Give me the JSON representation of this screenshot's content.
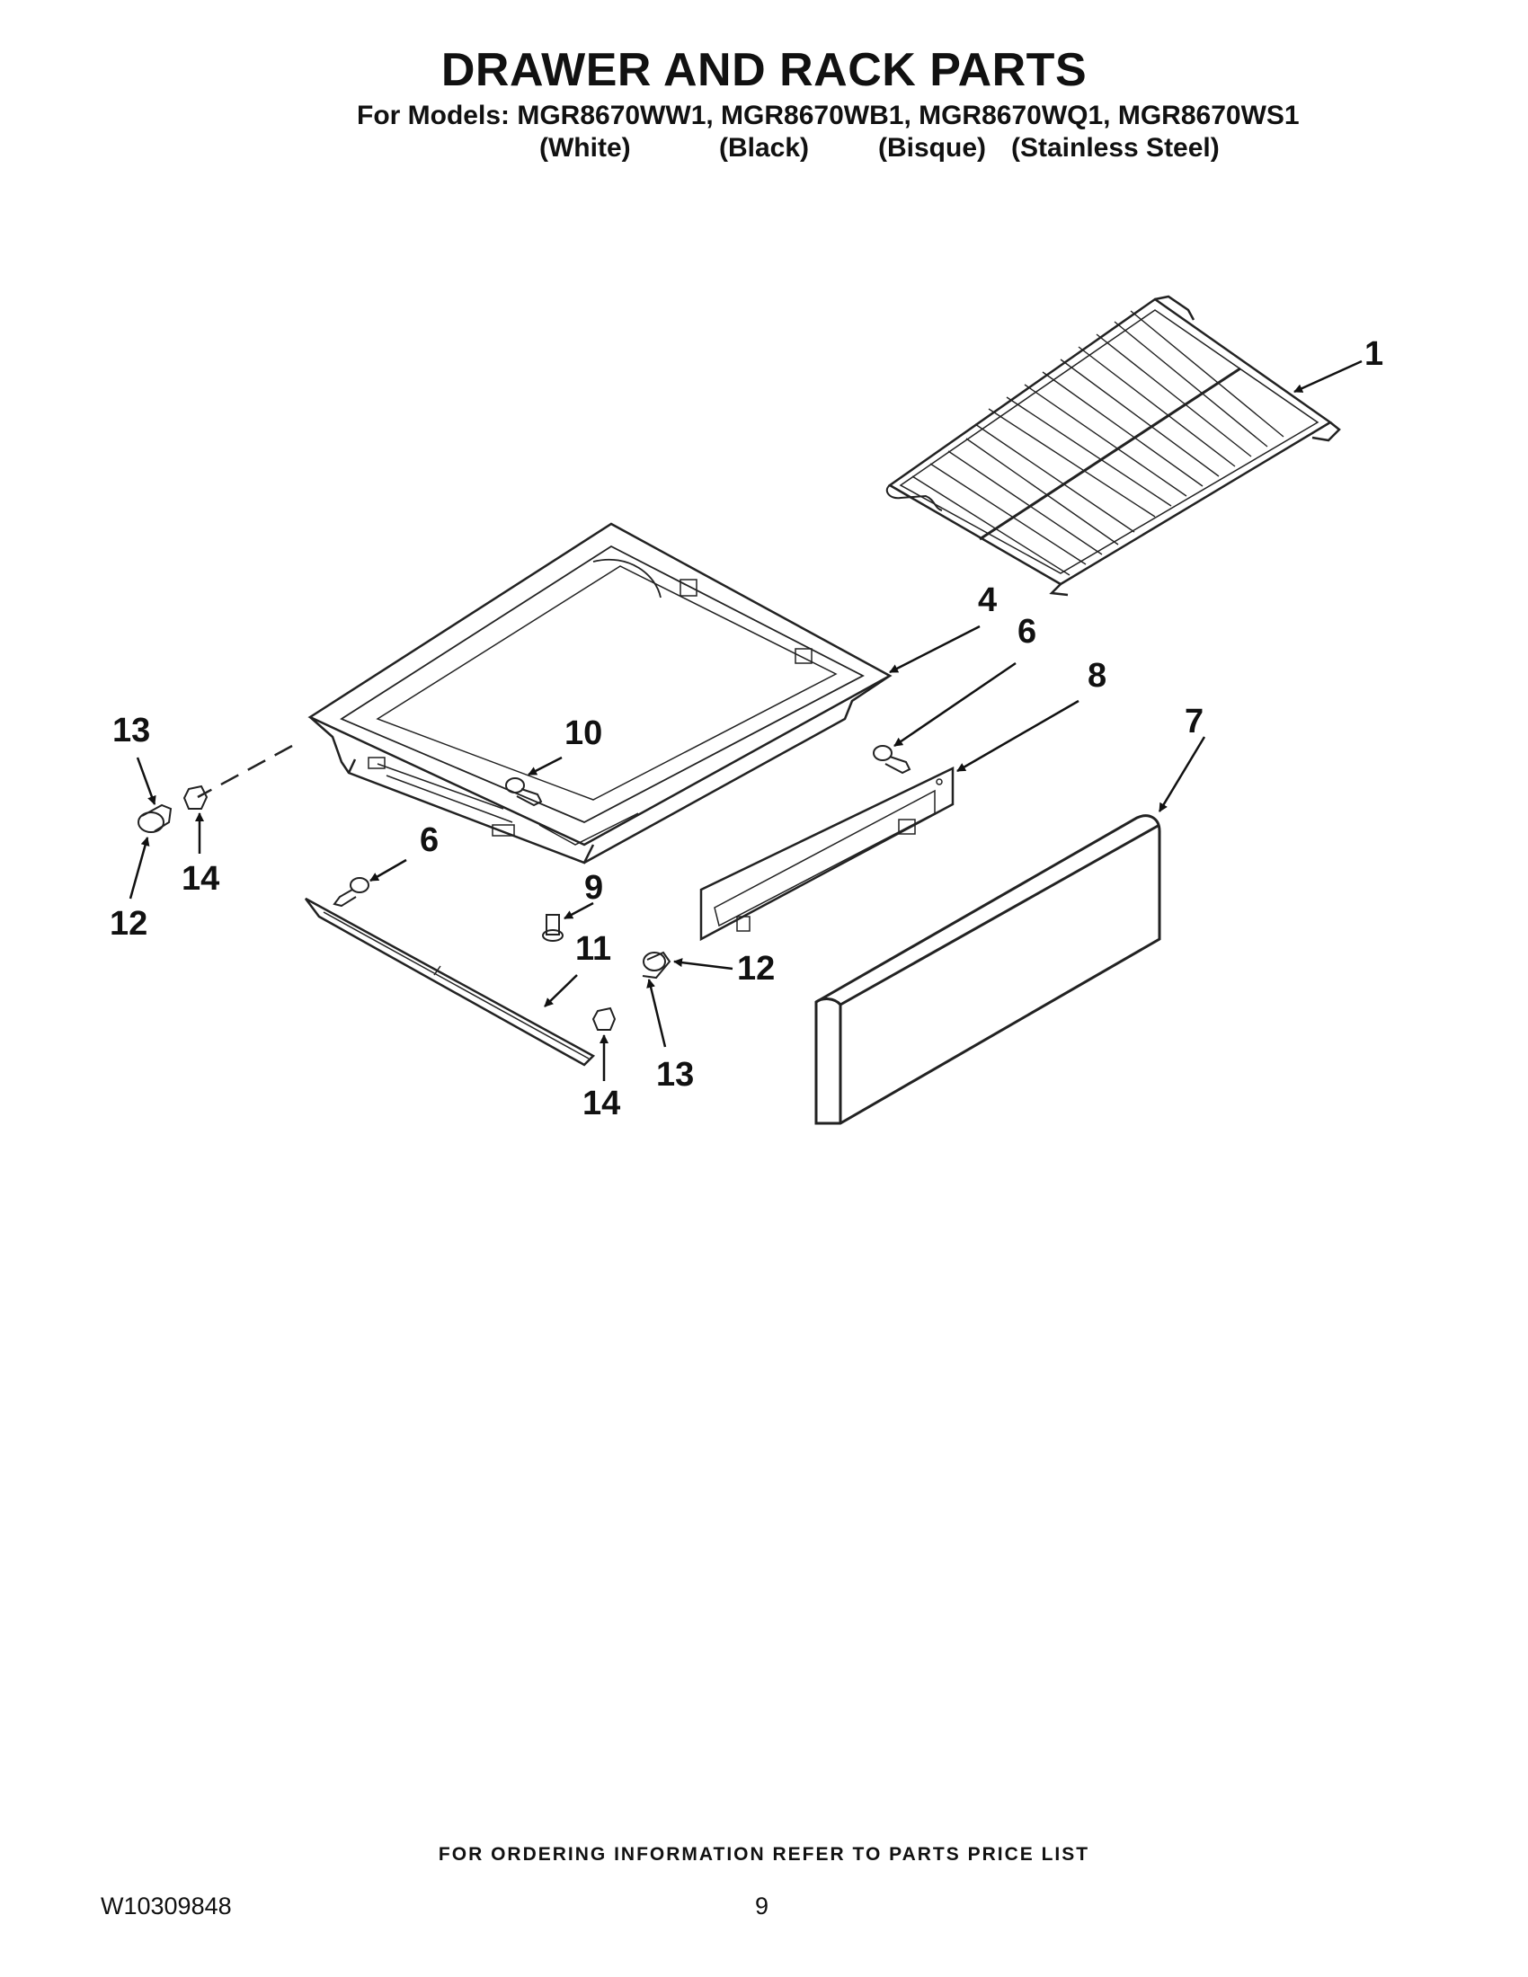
{
  "header": {
    "title": "DRAWER AND RACK PARTS",
    "models_line": "For Models: MGR8670WW1, MGR8670WB1, MGR8670WQ1, MGR8670WS1",
    "variants": [
      "(White)",
      "(Black)",
      "(Bisque)",
      "(Stainless Steel)"
    ]
  },
  "callouts": [
    "1",
    "4",
    "6",
    "8",
    "7",
    "13",
    "10",
    "14",
    "12",
    "6",
    "9",
    "11",
    "12",
    "13",
    "14"
  ],
  "footer": {
    "ordering_note": "FOR ORDERING INFORMATION REFER TO PARTS PRICE LIST",
    "doc_number": "W10309848",
    "page_number": "9"
  }
}
